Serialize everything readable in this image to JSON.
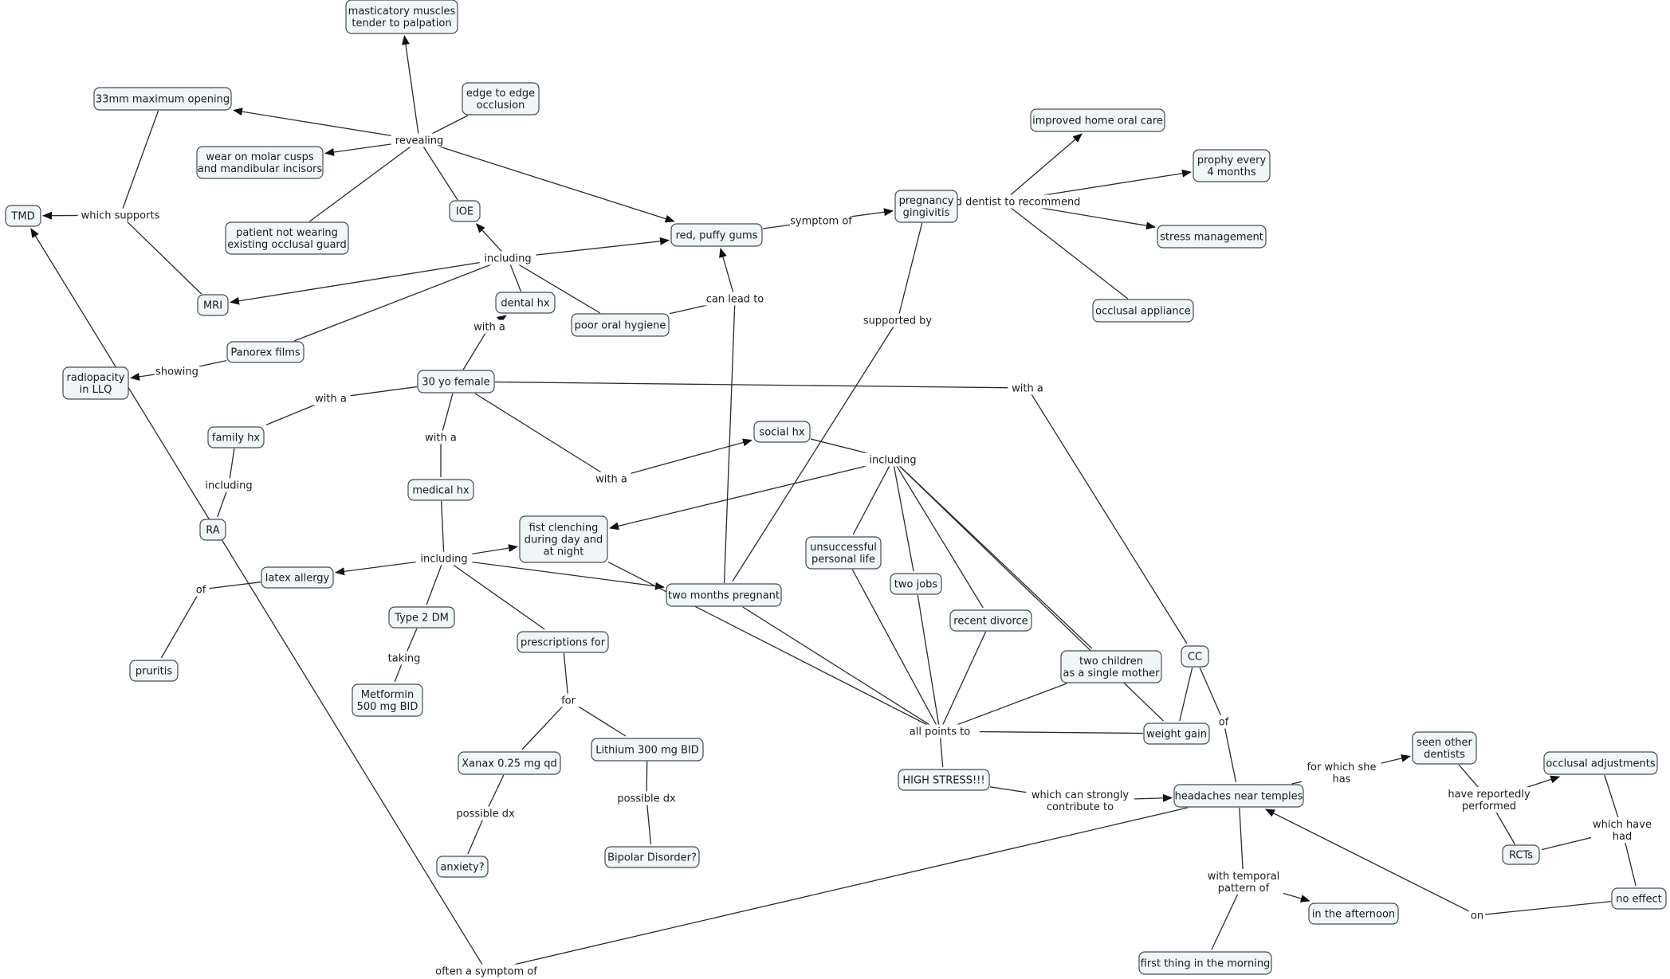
{
  "concepts": [
    {
      "id": "masticatory",
      "lines": [
        "masticatory muscles",
        "tender to palpation"
      ]
    },
    {
      "id": "max_opening",
      "lines": [
        "33mm maximum opening"
      ]
    },
    {
      "id": "edge_to_edge",
      "lines": [
        "edge to edge",
        "occlusion"
      ]
    },
    {
      "id": "wear_molar",
      "lines": [
        "wear on molar cusps",
        "and mandibular incisors"
      ]
    },
    {
      "id": "tmd",
      "lines": [
        "TMD"
      ]
    },
    {
      "id": "not_wearing_guard",
      "lines": [
        "patient not wearing",
        "existing occlusal guard"
      ]
    },
    {
      "id": "ioe",
      "lines": [
        "IOE"
      ]
    },
    {
      "id": "red_gums",
      "lines": [
        "red, puffy gums"
      ]
    },
    {
      "id": "preg_gingivitis",
      "lines": [
        "pregnancy",
        "gingivitis"
      ]
    },
    {
      "id": "home_oral_care",
      "lines": [
        "improved home oral care"
      ]
    },
    {
      "id": "prophy",
      "lines": [
        "prophy every",
        "4 months"
      ]
    },
    {
      "id": "stress_mgmt",
      "lines": [
        "stress management"
      ]
    },
    {
      "id": "occlusal_appliance",
      "lines": [
        "occlusal appliance"
      ]
    },
    {
      "id": "mri",
      "lines": [
        "MRI"
      ]
    },
    {
      "id": "dental_hx",
      "lines": [
        "dental hx"
      ]
    },
    {
      "id": "poor_hygiene",
      "lines": [
        "poor oral hygiene"
      ]
    },
    {
      "id": "panorex",
      "lines": [
        "Panorex films"
      ]
    },
    {
      "id": "radiopacity",
      "lines": [
        "radiopacity",
        "in LLQ"
      ]
    },
    {
      "id": "female",
      "lines": [
        "30 yo female"
      ]
    },
    {
      "id": "family_hx",
      "lines": [
        "family hx"
      ]
    },
    {
      "id": "ra",
      "lines": [
        "RA"
      ]
    },
    {
      "id": "social_hx",
      "lines": [
        "social hx"
      ]
    },
    {
      "id": "medical_hx",
      "lines": [
        "medical hx"
      ]
    },
    {
      "id": "fist_clenching",
      "lines": [
        "fist clenching",
        "during day and",
        "at night"
      ]
    },
    {
      "id": "latex_allergy",
      "lines": [
        "latex allergy"
      ]
    },
    {
      "id": "unsuccessful",
      "lines": [
        "unsuccessful",
        "personal life"
      ]
    },
    {
      "id": "two_jobs",
      "lines": [
        "two jobs"
      ]
    },
    {
      "id": "two_months",
      "lines": [
        "two months pregnant"
      ]
    },
    {
      "id": "recent_divorce",
      "lines": [
        "recent divorce"
      ]
    },
    {
      "id": "type2dm",
      "lines": [
        "Type 2 DM"
      ]
    },
    {
      "id": "prescriptions",
      "lines": [
        "prescriptions for"
      ]
    },
    {
      "id": "pruritis",
      "lines": [
        "pruritis"
      ]
    },
    {
      "id": "two_children",
      "lines": [
        "two children",
        "as a single mother"
      ]
    },
    {
      "id": "cc",
      "lines": [
        "CC"
      ]
    },
    {
      "id": "metformin",
      "lines": [
        "Metformin",
        "500 mg BID"
      ]
    },
    {
      "id": "weight_gain",
      "lines": [
        "weight gain"
      ]
    },
    {
      "id": "xanax",
      "lines": [
        "Xanax 0.25 mg qd"
      ]
    },
    {
      "id": "lithium",
      "lines": [
        "Lithium 300 mg BID"
      ]
    },
    {
      "id": "seen_dentists",
      "lines": [
        "seen other",
        "dentists"
      ]
    },
    {
      "id": "occlusal_adj",
      "lines": [
        "occlusal adjustments"
      ]
    },
    {
      "id": "high_stress",
      "lines": [
        "HIGH STRESS!!!"
      ]
    },
    {
      "id": "headaches",
      "lines": [
        "headaches near temples"
      ]
    },
    {
      "id": "anxiety",
      "lines": [
        "anxiety?"
      ]
    },
    {
      "id": "bipolar",
      "lines": [
        "Bipolar Disorder?"
      ]
    },
    {
      "id": "rcts",
      "lines": [
        "RCTs"
      ]
    },
    {
      "id": "no_effect",
      "lines": [
        "no effect"
      ]
    },
    {
      "id": "afternoon",
      "lines": [
        "in the afternoon"
      ]
    },
    {
      "id": "morning",
      "lines": [
        "first thing in the morning"
      ]
    }
  ],
  "linking_phrases": [
    {
      "id": "revealing",
      "lines": [
        "revealing"
      ]
    },
    {
      "id": "which_supports",
      "lines": [
        "which supports"
      ]
    },
    {
      "id": "including_ioe",
      "lines": [
        "including"
      ]
    },
    {
      "id": "symptom_of",
      "lines": [
        "symptom of"
      ]
    },
    {
      "id": "caused_dentist",
      "lines": [
        "caused dentist to recommend"
      ]
    },
    {
      "id": "can_lead_to",
      "lines": [
        "can lead to"
      ]
    },
    {
      "id": "supported_by",
      "lines": [
        "supported by"
      ]
    },
    {
      "id": "with_a_dental",
      "lines": [
        "with a"
      ]
    },
    {
      "id": "showing",
      "lines": [
        "showing"
      ]
    },
    {
      "id": "with_a_cc",
      "lines": [
        "with a"
      ]
    },
    {
      "id": "with_a_family",
      "lines": [
        "with a"
      ]
    },
    {
      "id": "with_a_medical",
      "lines": [
        "with a"
      ]
    },
    {
      "id": "including_ra",
      "lines": [
        "including"
      ]
    },
    {
      "id": "including_social",
      "lines": [
        "including"
      ]
    },
    {
      "id": "with_a_social",
      "lines": [
        "with a"
      ]
    },
    {
      "id": "including_medical",
      "lines": [
        "including"
      ]
    },
    {
      "id": "of_latex",
      "lines": [
        "of"
      ]
    },
    {
      "id": "taking",
      "lines": [
        "taking"
      ]
    },
    {
      "id": "for_rx",
      "lines": [
        "for"
      ]
    },
    {
      "id": "of_cc",
      "lines": [
        "of"
      ]
    },
    {
      "id": "all_points_to",
      "lines": [
        "all points to"
      ]
    },
    {
      "id": "for_which",
      "lines": [
        "for which she",
        "has"
      ]
    },
    {
      "id": "have_reportedly",
      "lines": [
        "have reportedly",
        "performed"
      ]
    },
    {
      "id": "which_have_had",
      "lines": [
        "which have",
        "had"
      ]
    },
    {
      "id": "possible_dx_xanax",
      "lines": [
        "possible dx"
      ]
    },
    {
      "id": "possible_dx_lithium",
      "lines": [
        "possible dx"
      ]
    },
    {
      "id": "which_can_strongly",
      "lines": [
        "which can strongly",
        "contribute to"
      ]
    },
    {
      "id": "with_temporal",
      "lines": [
        "with temporal",
        "pattern of"
      ]
    },
    {
      "id": "on",
      "lines": [
        "on"
      ]
    },
    {
      "id": "often_symptom",
      "lines": [
        "often a symptom of"
      ]
    }
  ],
  "connections": [
    [
      "revealing",
      "masticatory",
      true
    ],
    [
      "revealing",
      "max_opening",
      true
    ],
    [
      "revealing",
      "wear_molar",
      true
    ],
    [
      "revealing",
      "red_gums",
      true
    ],
    [
      "edge_to_edge",
      "revealing",
      false
    ],
    [
      "not_wearing_guard",
      "revealing",
      false
    ],
    [
      "ioe",
      "revealing",
      false
    ],
    [
      "max_opening",
      "which_supports",
      false
    ],
    [
      "mri",
      "which_supports",
      false
    ],
    [
      "which_supports",
      "tmd",
      true
    ],
    [
      "including_ioe",
      "ioe",
      true
    ],
    [
      "including_ioe",
      "red_gums",
      true
    ],
    [
      "including_ioe",
      "mri",
      true
    ],
    [
      "dental_hx",
      "including_ioe",
      false
    ],
    [
      "poor_hygiene",
      "including_ioe",
      false
    ],
    [
      "panorex",
      "including_ioe",
      false
    ],
    [
      "red_gums",
      "symptom_of",
      false
    ],
    [
      "symptom_of",
      "preg_gingivitis",
      true
    ],
    [
      "preg_gingivitis",
      "caused_dentist",
      false
    ],
    [
      "caused_dentist",
      "home_oral_care",
      true
    ],
    [
      "caused_dentist",
      "prophy",
      true
    ],
    [
      "caused_dentist",
      "stress_mgmt",
      true
    ],
    [
      "occlusal_appliance",
      "caused_dentist",
      false
    ],
    [
      "poor_hygiene",
      "can_lead_to",
      false
    ],
    [
      "two_months",
      "can_lead_to",
      false
    ],
    [
      "can_lead_to",
      "red_gums",
      true
    ],
    [
      "preg_gingivitis",
      "supported_by",
      false
    ],
    [
      "supported_by",
      "two_months",
      false
    ],
    [
      "female",
      "with_a_dental",
      false
    ],
    [
      "with_a_dental",
      "dental_hx",
      true
    ],
    [
      "panorex",
      "showing",
      false
    ],
    [
      "showing",
      "radiopacity",
      true
    ],
    [
      "female",
      "with_a_cc",
      false
    ],
    [
      "with_a_cc",
      "cc",
      false
    ],
    [
      "female",
      "with_a_family",
      false
    ],
    [
      "with_a_family",
      "family_hx",
      false
    ],
    [
      "family_hx",
      "including_ra",
      false
    ],
    [
      "including_ra",
      "ra",
      false
    ],
    [
      "female",
      "with_a_medical",
      false
    ],
    [
      "with_a_medical",
      "medical_hx",
      false
    ],
    [
      "female",
      "with_a_social",
      false
    ],
    [
      "with_a_social",
      "social_hx",
      true
    ],
    [
      "social_hx",
      "including_social",
      false
    ],
    [
      "including_social",
      "fist_clenching",
      true
    ],
    [
      "including_social",
      "unsuccessful",
      false
    ],
    [
      "including_social",
      "two_jobs",
      false
    ],
    [
      "including_social",
      "recent_divorce",
      false
    ],
    [
      "including_social",
      "two_children",
      false
    ],
    [
      "including_social",
      "weight_gain",
      false
    ],
    [
      "medical_hx",
      "including_medical",
      false
    ],
    [
      "including_medical",
      "fist_clenching",
      true
    ],
    [
      "including_medical",
      "latex_allergy",
      true
    ],
    [
      "including_medical",
      "two_months",
      true
    ],
    [
      "including_medical",
      "type2dm",
      false
    ],
    [
      "including_medical",
      "prescriptions",
      false
    ],
    [
      "latex_allergy",
      "of_latex",
      false
    ],
    [
      "of_latex",
      "pruritis",
      false
    ],
    [
      "type2dm",
      "taking",
      false
    ],
    [
      "taking",
      "metformin",
      false
    ],
    [
      "prescriptions",
      "for_rx",
      false
    ],
    [
      "for_rx",
      "xanax",
      false
    ],
    [
      "for_rx",
      "lithium",
      false
    ],
    [
      "xanax",
      "possible_dx_xanax",
      false
    ],
    [
      "possible_dx_xanax",
      "anxiety",
      false
    ],
    [
      "lithium",
      "possible_dx_lithium",
      false
    ],
    [
      "possible_dx_lithium",
      "bipolar",
      false
    ],
    [
      "unsuccessful",
      "all_points_to",
      false
    ],
    [
      "two_jobs",
      "all_points_to",
      false
    ],
    [
      "recent_divorce",
      "all_points_to",
      false
    ],
    [
      "two_children",
      "all_points_to",
      false
    ],
    [
      "weight_gain",
      "all_points_to",
      false
    ],
    [
      "two_months",
      "all_points_to",
      false
    ],
    [
      "fist_clenching",
      "all_points_to",
      false
    ],
    [
      "all_points_to",
      "high_stress",
      false
    ],
    [
      "high_stress",
      "which_can_strongly",
      false
    ],
    [
      "which_can_strongly",
      "headaches",
      true
    ],
    [
      "cc",
      "weight_gain",
      false
    ],
    [
      "cc",
      "of_cc",
      false
    ],
    [
      "of_cc",
      "headaches",
      false
    ],
    [
      "headaches",
      "for_which",
      false
    ],
    [
      "for_which",
      "seen_dentists",
      true
    ],
    [
      "seen_dentists",
      "have_reportedly",
      false
    ],
    [
      "rcts",
      "have_reportedly",
      false
    ],
    [
      "have_reportedly",
      "occlusal_adj",
      true
    ],
    [
      "occlusal_adj",
      "which_have_had",
      false
    ],
    [
      "which_have_had",
      "rcts",
      false
    ],
    [
      "which_have_had",
      "no_effect",
      false
    ],
    [
      "no_effect",
      "on",
      false
    ],
    [
      "on",
      "headaches",
      true
    ],
    [
      "headaches",
      "with_temporal",
      false
    ],
    [
      "with_temporal",
      "afternoon",
      true
    ],
    [
      "with_temporal",
      "morning",
      false
    ],
    [
      "headaches",
      "often_symptom",
      false
    ],
    [
      "often_symptom",
      "tmd",
      true
    ]
  ]
}
